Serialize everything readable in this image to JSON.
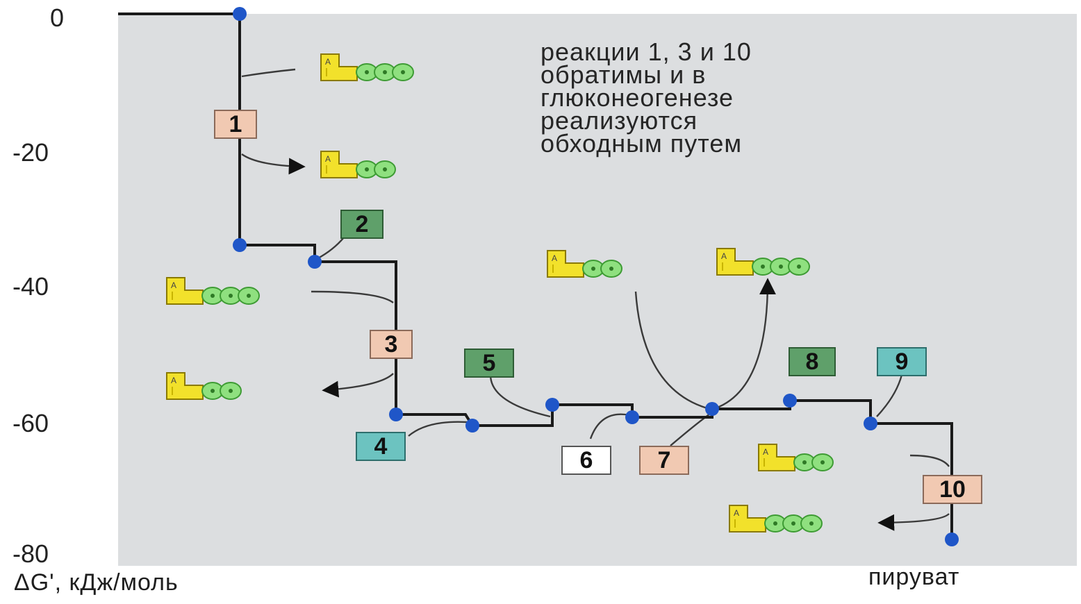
{
  "y_axis": {
    "ticks": [
      "0",
      "-20",
      "-40",
      "-60",
      "-80"
    ],
    "caption": "ΔG', кДж/моль"
  },
  "end_label": "пируват",
  "note": "реакции 1, 3 и 10\nобратимы и в\nглюконеогенезе\nреализуются\nобходным путем",
  "steps": [
    {
      "label": "1",
      "color": "#f1c9b2"
    },
    {
      "label": "2",
      "color": "#5fa06a"
    },
    {
      "label": "3",
      "color": "#f1c9b2"
    },
    {
      "label": "4",
      "color": "#6cc3c0"
    },
    {
      "label": "5",
      "color": "#5fa06a"
    },
    {
      "label": "6",
      "color": "#ffffff"
    },
    {
      "label": "7",
      "color": "#f1c9b2"
    },
    {
      "label": "8",
      "color": "#5fa06a"
    },
    {
      "label": "9",
      "color": "#6cc3c0"
    },
    {
      "label": "10",
      "color": "#f1c9b2"
    }
  ],
  "molecule_letter": "A",
  "colors": {
    "panel": "#dcdee0",
    "path_line": "#1a1a1a",
    "node": "#1f56c8",
    "adenosine": "#f2e12b",
    "phosphate": "#8fe07f"
  }
}
